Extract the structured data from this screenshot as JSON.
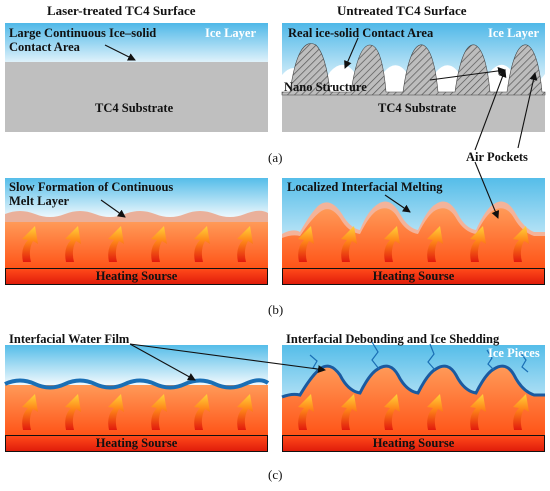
{
  "headers": {
    "left": "Laser-treated TC4 Surface",
    "right": "Untreated TC4 Surface"
  },
  "panel_a": {
    "caption": "(a)",
    "left_contact": [
      "Large Continuous Ice–solid",
      "Contact Area"
    ],
    "left_ice": "Ice Layer",
    "left_substrate": "TC4 Substrate",
    "right_contact": "Real ice-solid Contact Area",
    "right_ice": "Ice Layer",
    "right_nano": "Nano Structure",
    "right_substrate": "TC4 Substrate",
    "air_pockets": "Air Pockets"
  },
  "panel_b": {
    "caption": "(b)",
    "left_melt": [
      "Slow Formation of Continuous",
      "Melt Layer"
    ],
    "right_melt": "Localized Interfacial Melting",
    "heating_left": "Heating Sourse",
    "heating_right": "Heating Sourse"
  },
  "panel_c": {
    "caption": "(c)",
    "water_film": "Interfacial Water Film",
    "debonding": "Interfacial Debonding and Ice Shedding",
    "ice_pieces": "Ice Pieces",
    "heating_left": "Heating Sourse",
    "heating_right": "Heating Sourse"
  },
  "colors": {
    "ice_top": "#4fb8e8",
    "ice_bottom": "#eaf6fc",
    "substrate": "#bfbfbf",
    "heat_light": "#ff8a4a",
    "heat_dark": "#ff5a1e",
    "melt": "#f2a98c",
    "water": "#1a6fb5"
  }
}
